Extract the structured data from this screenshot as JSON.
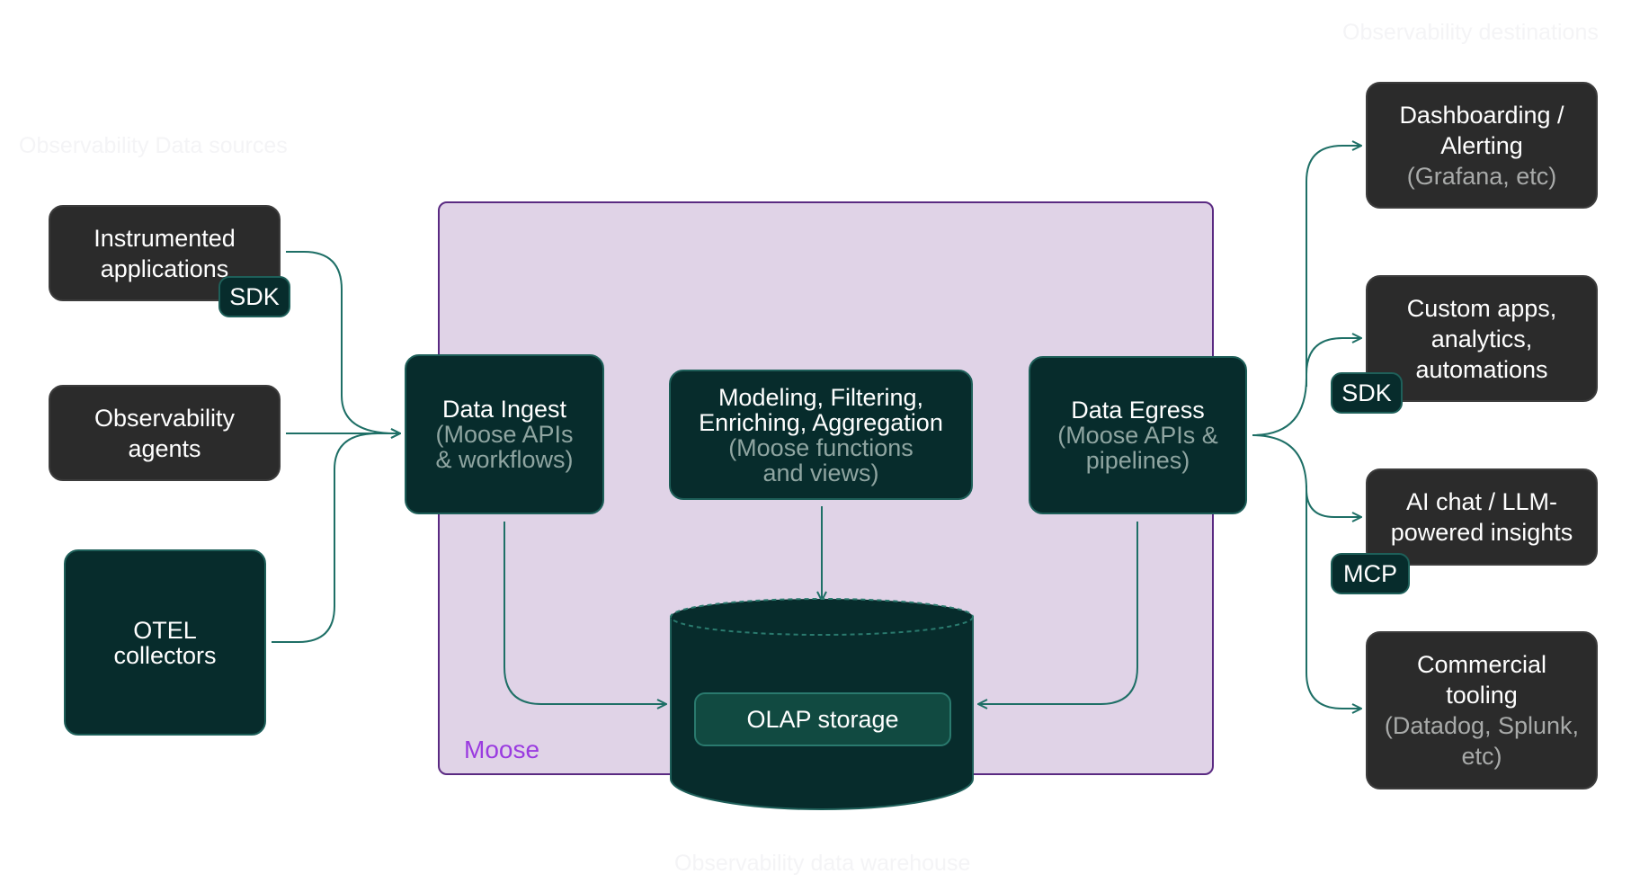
{
  "section_labels": {
    "sources": "Observability Data sources",
    "warehouse": "Observability data warehouse",
    "destinations": "Observability destinations"
  },
  "sources": {
    "instrumented": {
      "title": "Instrumented applications",
      "tag": "SDK"
    },
    "agents": {
      "title": "Observability agents"
    },
    "otel": {
      "title": "OTEL collectors"
    }
  },
  "moose": {
    "label": "Moose",
    "ingest": {
      "title": "Data Ingest",
      "sub": "(Moose APIs & workflows)"
    },
    "modeling": {
      "title": "Modeling, Filtering, Enriching, Aggregation",
      "sub": "(Moose functions and views)"
    },
    "egress": {
      "title": "Data Egress",
      "sub": "(Moose APIs & pipelines)"
    },
    "storage": "OLAP storage"
  },
  "destinations": {
    "dashboarding": {
      "title": "Dashboarding / Alerting",
      "sub": "(Grafana, etc)"
    },
    "custom": {
      "title": "Custom apps, analytics, automations",
      "tag": "SDK"
    },
    "ai": {
      "title": "AI chat / LLM-powered insights",
      "tag": "MCP"
    },
    "commercial": {
      "title": "Commercial tooling",
      "sub": "(Datadog, Splunk, etc)"
    }
  },
  "colors": {
    "dark_box": "#2b2b2b",
    "teal_box": "#072c2c",
    "connector": "#1e6f66",
    "moose_fill": "#e0d3e7",
    "moose_border": "#5a2a82",
    "moose_label": "#9a3be0"
  }
}
